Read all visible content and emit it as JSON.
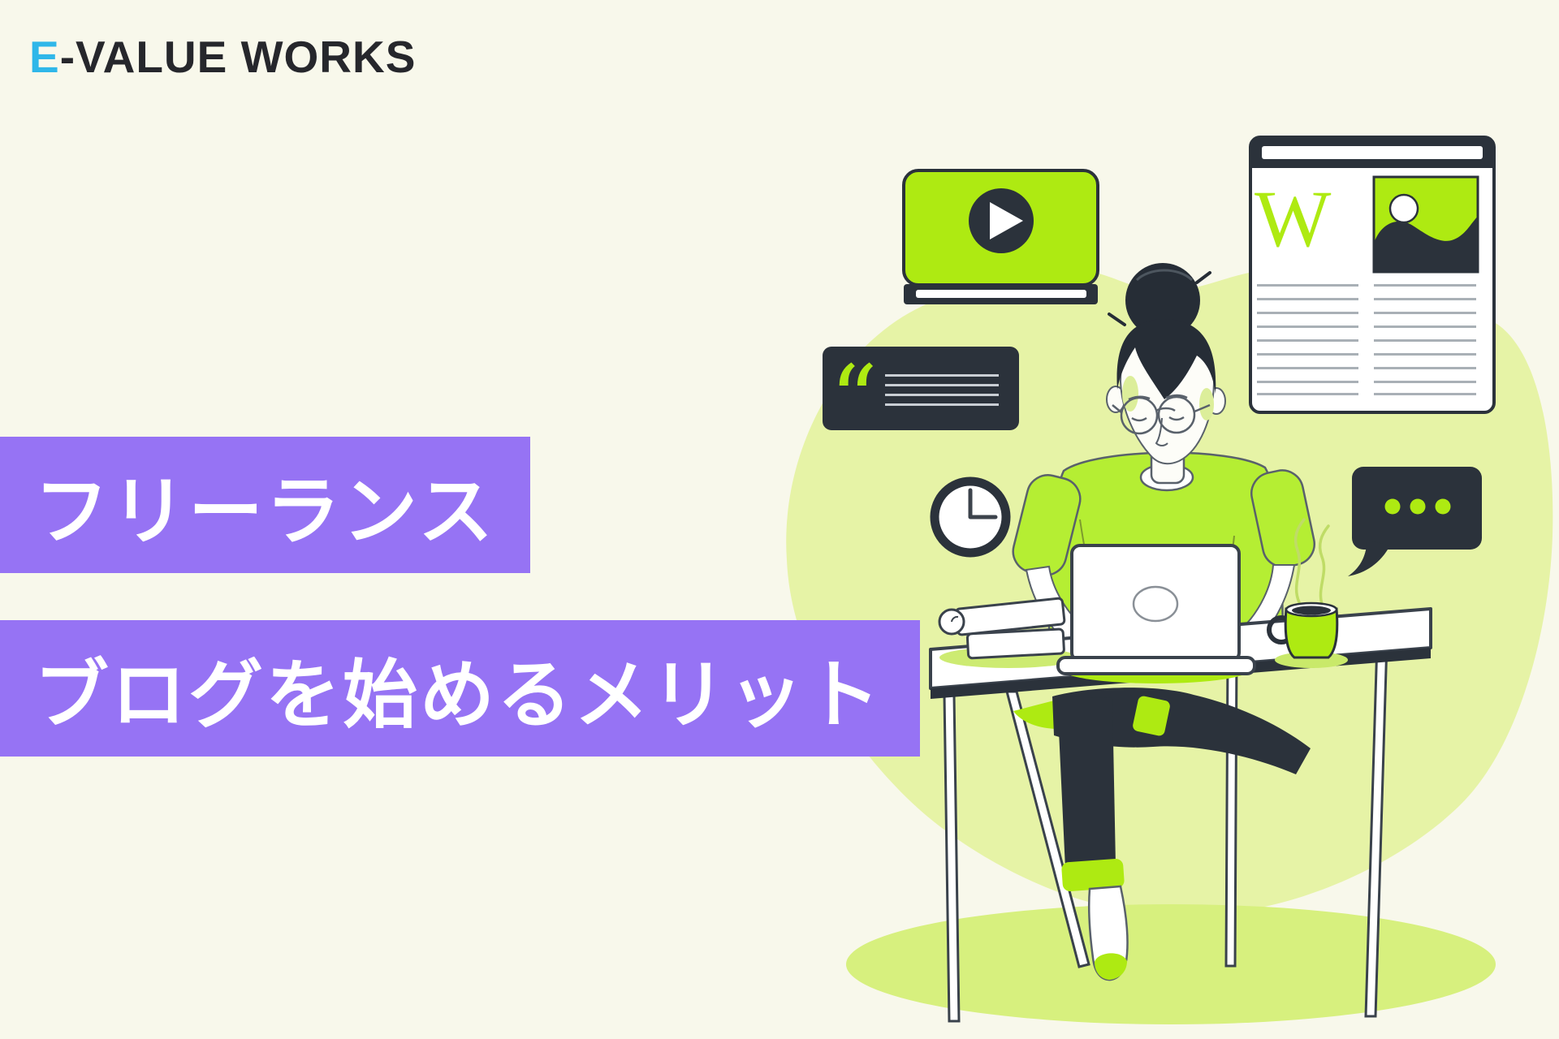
{
  "logo": {
    "accent_letter": "E",
    "rest_text": "-VALUE WORKS"
  },
  "banners": {
    "line1": "フリーランス",
    "line2": "ブログを始めるメリット"
  },
  "illustration": {
    "newspaper_letter": "W",
    "quote_glyph": "“",
    "description": "Woman with hair bun and glasses working on laptop at desk, with video player, quote card, article page, clock, chat bubble, books and coffee mug"
  },
  "colors": {
    "background_cream": "#f8f8eb",
    "blob_light_green": "#e6f3a6",
    "ground_green": "#d7f07e",
    "accent_lime": "#aeea12",
    "shirt_lime": "#b5ee33",
    "dark_navy": "#2b323b",
    "banner_purple": "#9673f4",
    "logo_cyan": "#2fb7e9",
    "logo_dark": "#26272c",
    "text_white": "#ffffff"
  }
}
